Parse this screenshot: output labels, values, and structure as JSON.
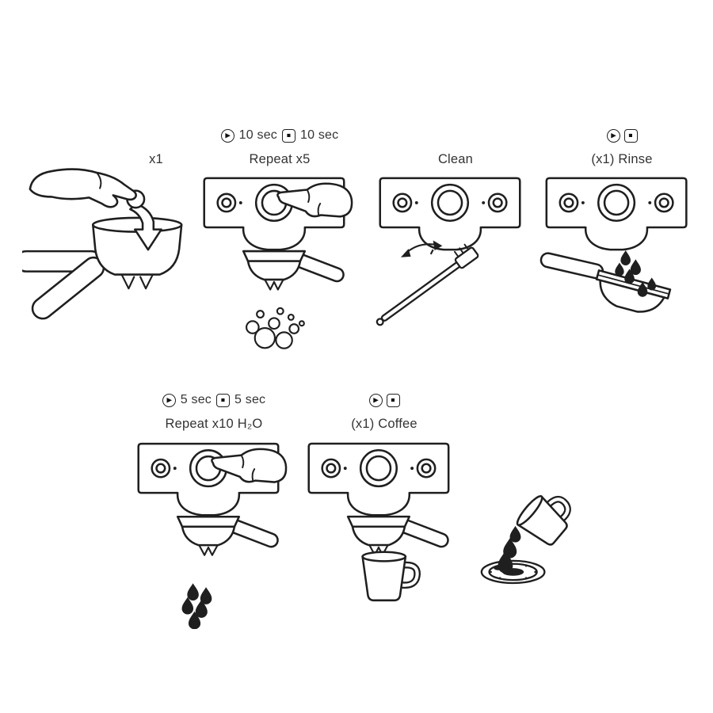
{
  "background": "#ffffff",
  "ink": "#1f1f1f",
  "text_color": "#333333",
  "icons": {
    "play": "▶",
    "stop": "■"
  },
  "steps": [
    {
      "key": "dose-detergent-tablet",
      "label": "x1"
    },
    {
      "key": "backflush-detergent",
      "play_duration": "10 sec",
      "stop_duration": "10 sec",
      "label": "Repeat x5"
    },
    {
      "key": "clean-group-head",
      "label": "Clean"
    },
    {
      "key": "rinse-portafilter",
      "label": "(x1) Rinse"
    },
    {
      "key": "backflush-water",
      "play_duration": "5 sec",
      "stop_duration": "5 sec",
      "label": "Repeat x10 H₂O"
    },
    {
      "key": "brew-coffee-discard",
      "label": "(x1) Coffee"
    }
  ]
}
